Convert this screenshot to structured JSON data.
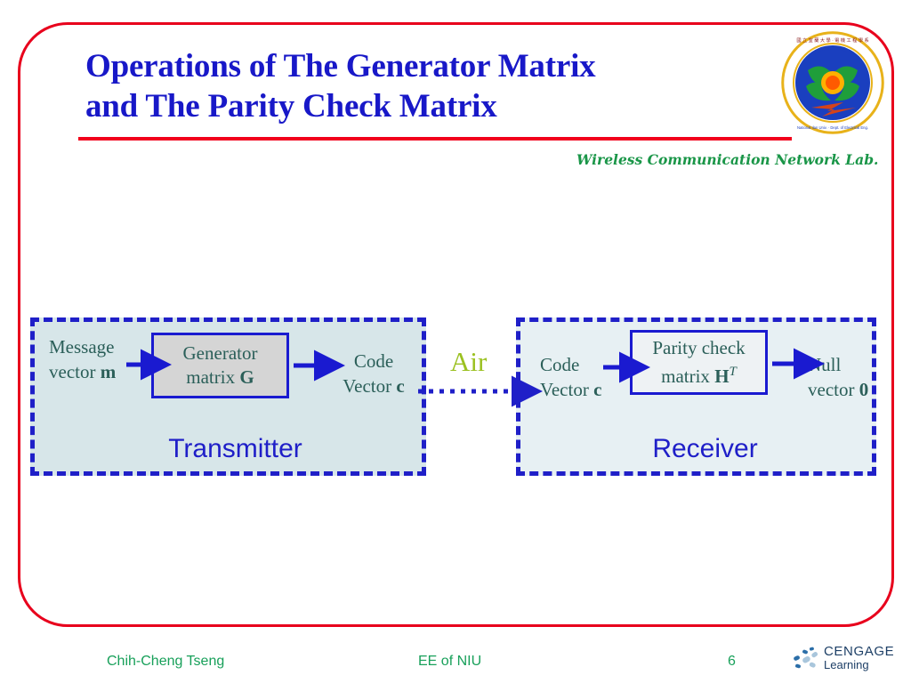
{
  "slide": {
    "title_line1": "Operations of The Generator Matrix",
    "title_line2": "and The Parity Check Matrix",
    "lab_subtitle": "Wireless Communication Network Lab.",
    "title_color": "#1818c8",
    "frame_color": "#e8001c",
    "underline_color": "#f2001c"
  },
  "logo": {
    "name": "national-ilan-university-emblem",
    "ring_text_cn": "國 立 宜 蘭 大 學  ·  電 機 工 程 學 系",
    "ring_text_en": "National Ilan University  ·  Department of Electrical Engineering",
    "ring_color": "#e8b21a",
    "disc_color": "#1a3fbf",
    "motif_color": "#1f9e3a",
    "sun_color": "#ff7a12"
  },
  "diagram": {
    "transmitter": {
      "panel_label": "Transmitter",
      "panel_fill": "#d7e6e9",
      "border_color": "#1f1fc8",
      "input_line1": "Message",
      "input_line2_prefix": "vector ",
      "input_line2_vector": "m",
      "box_line1": "Generator",
      "box_line2_prefix": "matrix ",
      "box_line2_vector": "G",
      "box_fill": "#d5d5d5",
      "output_line1": "Code",
      "output_line2_prefix": "Vector ",
      "output_line2_vector": "c"
    },
    "channel": {
      "label": "Air",
      "label_color": "#9bc121",
      "arrow_style": "dotted",
      "arrow_color": "#1f1fc8"
    },
    "receiver": {
      "panel_label": "Receiver",
      "panel_fill": "#e7f0f3",
      "border_color": "#1f1fc8",
      "input_line1": "Code",
      "input_line2_prefix": "Vector ",
      "input_line2_vector": "c",
      "box_line1": "Parity check",
      "box_line2_prefix": "matrix ",
      "box_line2_vector": "H",
      "box_line2_superscript": "T",
      "box_fill": "#eef2f4",
      "output_line1": "Null",
      "output_line2_prefix": "vector ",
      "output_line2_vector": "0"
    },
    "text_color": "#2b5f59"
  },
  "footer": {
    "author": "Chih-Cheng Tseng",
    "organization": "EE of NIU",
    "page_number": "6",
    "text_color": "#18a05a",
    "publisher_name": "CENGAGE",
    "publisher_sub": "Learning",
    "publisher_color": "#1d3f66"
  }
}
